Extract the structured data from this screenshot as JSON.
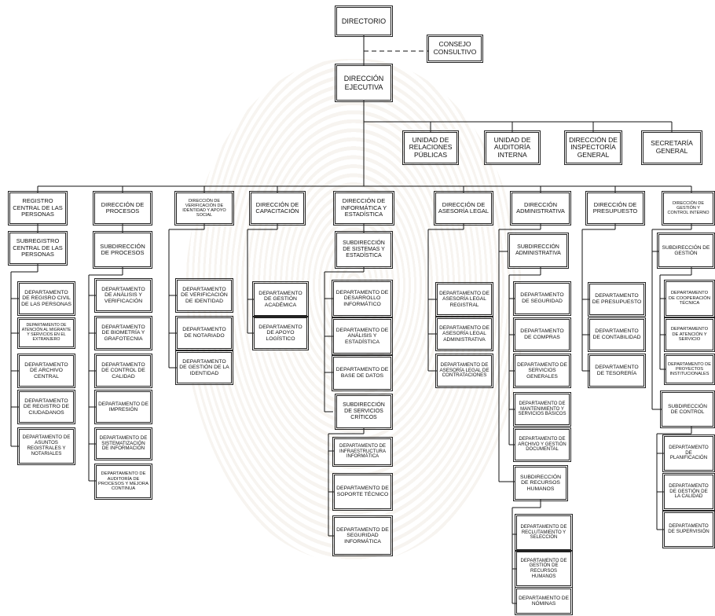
{
  "boxes": {
    "directorio": "DIRECTORIO",
    "consejo": "CONSEJO CONSULTIVO",
    "direccion_ejecutiva": "DIRECCIÓN EJECUTIVA",
    "unidad_rp": "UNIDAD DE RELACIONES PÚBLICAS",
    "unidad_ai": "UNIDAD DE AUDITORÍA INTERNA",
    "dir_inspectoria": "DIRECCIÓN DE INSPECTORÍA GENERAL",
    "secretaria": "SECRETARÍA GENERAL",
    "registro_central": "REGISTRO CENTRAL DE LAS PERSONAS",
    "dir_procesos": "DIRECCIÓN DE PROCESOS",
    "dir_verificacion": "DIRECCIÓN DE VERIFICACIÓN DE IDENTIDAD Y APOYO SOCIAL",
    "dir_capacitacion": "DIRECCIÓN DE CAPACITACIÓN",
    "dir_informatica": "DIRECCIÓN DE INFORMÁTICA Y ESTADÍSTICA",
    "dir_asesoria": "DIRECCIÓN DE ASESORÍA LEGAL",
    "dir_administrativa": "DIRECCIÓN ADMINISTRATIVA",
    "dir_presupuesto": "DIRECCIÓN DE PRESUPUESTO",
    "dir_gestion_control": "DIRECCIÓN DE GESTIÓN Y CONTROL INTERNO",
    "subregistro": "SUBREGISTRO CENTRAL DE LAS PERSONAS",
    "dep_registro_civil": "DEPARTAMENTO DE REGISRO CIVIL DE LAS PERSONAS",
    "dep_atencion_migrante": "DEPARTAMENTO DE ATENCIÓN AL MIGRANTE Y SERVICIOS EN EL EXTRANJERO",
    "dep_archivo_central": "DEPARTAMENTO DE ARCHIVO CENTRAL",
    "dep_registro_ciudadanos": "DEPARTAMENTO DE REGISTRO DE CIUDADANOS",
    "dep_asuntos_registrales": "DEPARTAMENTO DE ASUNTOS REGISTRALES Y NOTARIALES",
    "sub_procesos": "SUBDIRECCIÓN DE PROCESOS",
    "dep_analisis_verif": "DEPARTAMENTO DE ANÁLISIS Y VERIFICACIÓN",
    "dep_biometria": "DEPARTAMENTO DE BIOMETRÍA Y GRAFOTECNIA",
    "dep_control_calidad": "DEPARTAMENTO DE CONTROL DE CALIDAD",
    "dep_impresion": "DEPARTAMENTO DE IMPRESIÓN",
    "dep_sistematizacion": "DEPARTAMENTO DE SISTEMATIZACIÓN DE INFORMACIÓN",
    "dep_auditoria_procesos": "DEPARTAMENTO DE AUDITORÍA DE PROCESOS Y MEJORA CONTINUA",
    "dep_verif_identidad": "DEPARTAMENTO DE VERIFICACIÓN DE IDENTIDAD",
    "dep_notariado": "DEPARTAMENTO DE NOTARIADO",
    "dep_gestion_identidad": "DEPARTAMENTO DE GESTIÓN DE LA IDENTIDAD",
    "dep_gestion_academica": "DEPARTAMENTO DE GESTIÓN ACADÉMICA",
    "dep_apoyo_logistico": "DEPARTAMENTO DE APOYO LOGÍSTICO",
    "sub_sistemas": "SUBDIRECCIÓN DE SISTEMAS Y ESTADÍSTICA",
    "dep_desarrollo": "DEPARTAMENTO DE DESARROLLO INFORMÁTICO",
    "dep_analisis_est": "DEPARTAMENTO DE ANÁLISIS Y ESTADÍSTICA",
    "dep_base_datos": "DEPARTAMENTO DE BASE DE DATOS",
    "sub_servicios_criticos": "SUBDIRECCIÓN DE SERVICIOS CRÍTICOS",
    "dep_infraestructura": "DEPARTAMENTO DE INFRAESTRUCTURA INFORMÁTICA",
    "dep_soporte": "DEPARTAMENTO DE SOPORTE TÉCNICO",
    "dep_seguridad_inf": "DEPARTAMENTO DE SEGURIDAD INFORMÁTICA",
    "dep_asesoria_registral": "DEPARTAMENTO DE ASESORÍA LEGAL REGISTRAL",
    "dep_asesoria_admin": "DEPARTAMENTO DE ASESORÍA LEGAL ADMINISTRATIVA",
    "dep_asesoria_contrataciones": "DEPARTAMENTO DE ASESORÍA LEGAL DE CONTRATACIONES",
    "sub_administrativa": "SUBDIRECCIÓN ADMINISTRATIVA",
    "dep_seguridad": "DEPARTAMENTO DE SEGURIDAD",
    "dep_compras": "DEPARTAMENTO DE COMPRAS",
    "dep_servicios_generales": "DEPARTAMENTO DE SERVICIOS GENERALES",
    "dep_mantenimiento": "DEPARTAMENTO DE MANTENIMIENTO Y SERVICIOS BÁSICOS",
    "dep_archivo_gestion": "DEPARTAMENTO DE ARCHIVO Y GESTIÓN DOCUMENTAL",
    "sub_rrhh": "SUBDIRECCIÓN DE RECURSOS HUMANOS",
    "dep_reclutamiento": "DEPARTAMENTO DE RECLUTAMIENTO Y SELECCIÓN",
    "dep_gestion_rrhh": "DEPARTAMENTO DE GESTIÓN DE RECURSOS HUMANOS",
    "dep_nominas": "DEPARTAMENTO DE NÓMINAS",
    "dep_presupuesto": "DEPARTAMENTO DE PRESUPUESTO",
    "dep_contabilidad": "DEPARTAMENTO DE CONTABILIDAD",
    "dep_tesoreria": "DEPARTAMENTO DE TESORERÍA",
    "sub_gestion": "SUBDIRECCIÓN DE GESTIÓN",
    "dep_cooperacion": "DEPARTAMENTO DE COOPERACIÓN TÉCNICA",
    "dep_atencion_servicio": "DEPARTAMENTO DE ATENCIÓN Y SERVICIO",
    "dep_proyectos": "DEPARTAMENTO DE PROYECTOS INSTITUCIONALES",
    "sub_control": "SUBDIRECCIÓN DE CONTROL",
    "dep_planificacion": "DEPARTAMENTO DE PLANIFICACIÓN",
    "dep_gestion_calidad": "DEPARTAMENTO DE GESTIÓN DE LA CALIDAD",
    "dep_supervision": "DEPARTAMENTO DE SUPERVISIÓN"
  }
}
